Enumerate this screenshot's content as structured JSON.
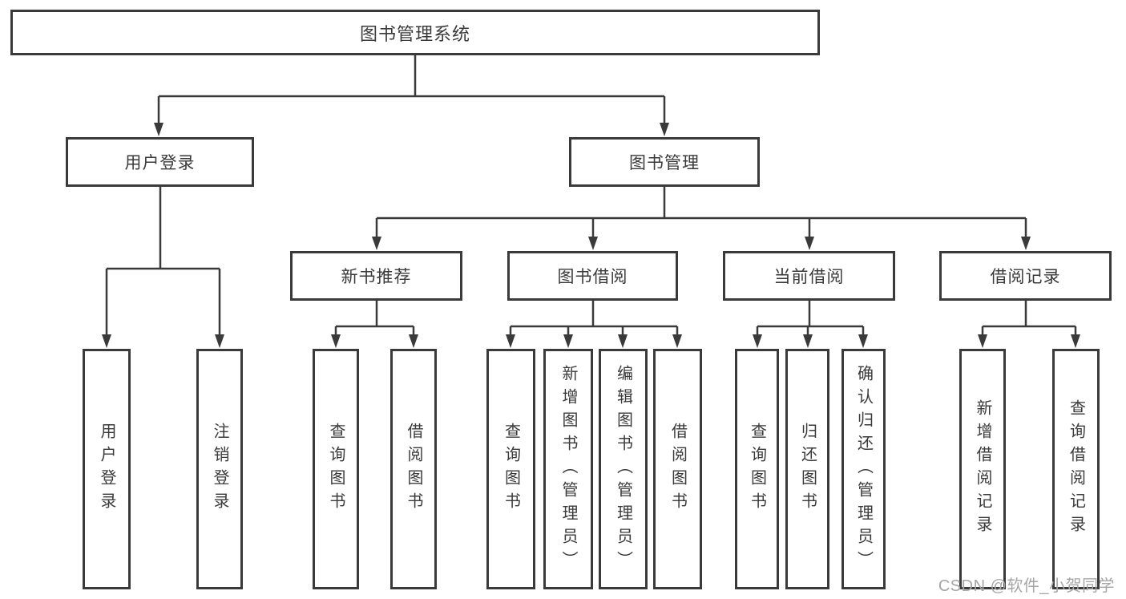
{
  "diagram": {
    "type": "hierarchy-tree",
    "root": {
      "label": "图书管理系统",
      "children": [
        {
          "label": "用户登录",
          "children": [
            {
              "label": "用户登录"
            },
            {
              "label": "注销登录"
            }
          ]
        },
        {
          "label": "图书管理",
          "children": [
            {
              "label": "新书推荐",
              "children": [
                {
                  "label": "查询图书"
                },
                {
                  "label": "借阅图书"
                }
              ]
            },
            {
              "label": "图书借阅",
              "children": [
                {
                  "label": "查询图书"
                },
                {
                  "label": "新增图书（管理员）"
                },
                {
                  "label": "编辑图书（管理员）"
                },
                {
                  "label": "借阅图书"
                }
              ]
            },
            {
              "label": "当前借阅",
              "children": [
                {
                  "label": "查询图书"
                },
                {
                  "label": "归还图书"
                },
                {
                  "label": "确认归还（管理员）"
                }
              ]
            },
            {
              "label": "借阅记录",
              "children": [
                {
                  "label": "新增借阅记录"
                },
                {
                  "label": "查询借阅记录"
                }
              ]
            }
          ]
        }
      ]
    },
    "colors": {
      "line": "#3a3a3a",
      "box_border": "#3a3a3a",
      "box_fill": "#ffffff",
      "text": "#3a3a3a",
      "background": "#ffffff"
    }
  },
  "watermark": {
    "text": "CSDN @软件_小贺同学",
    "color": "#a6a6a6"
  }
}
